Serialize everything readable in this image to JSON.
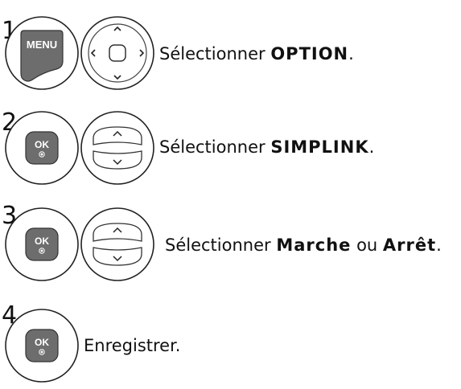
{
  "steps": [
    {
      "number": "1",
      "buttons": [
        {
          "icon": "menu-button-icon",
          "label": "MENU"
        },
        {
          "icon": "four-way-dpad-icon"
        }
      ],
      "prefix": "Sélectionner ",
      "strong": "OPTION",
      "suffix": "."
    },
    {
      "number": "2",
      "buttons": [
        {
          "icon": "ok-button-icon",
          "label": "OK"
        },
        {
          "icon": "up-down-buttons-icon"
        }
      ],
      "prefix": "Sélectionner ",
      "strong": "SIMPLINK",
      "suffix": "."
    },
    {
      "number": "3",
      "buttons": [
        {
          "icon": "ok-button-icon",
          "label": "OK"
        },
        {
          "icon": "up-down-buttons-icon"
        }
      ],
      "prefix": "Sélectionner ",
      "strong": "Marche",
      "middle": " ou ",
      "strong2": "Arrêt",
      "suffix": "."
    },
    {
      "number": "4",
      "buttons": [
        {
          "icon": "ok-button-icon",
          "label": "OK"
        }
      ],
      "prefix": "Enregistrer."
    }
  ]
}
